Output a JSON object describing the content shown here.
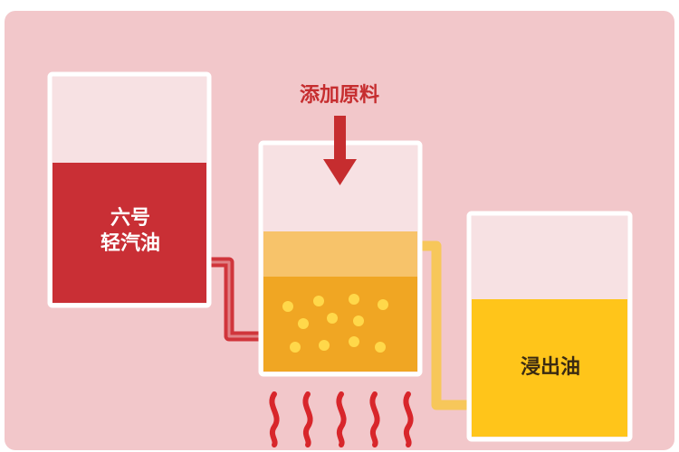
{
  "labels": {
    "add_material": "添加原料",
    "solvent_line1": "六号",
    "solvent_line2": "轻汽油",
    "extracted_oil": "浸出油"
  },
  "colors": {
    "panel_bg": "#f2c7ca",
    "glass_empty": "#f7e1e3",
    "glass_border": "#ffffff",
    "solvent_red": "#c92f35",
    "pipe_red": "#d0353b",
    "mix_light": "#f7c36a",
    "mix_dark": "#f0a623",
    "particles": "#ffd84a",
    "pipe_yellow": "#f7c75a",
    "oil_yellow": "#ffc51a",
    "arrow_red": "#c62d2f",
    "flame_red": "#d8262b"
  },
  "icons": {
    "down_arrow": "down-arrow-icon",
    "heat_flames": "flame-icon"
  }
}
